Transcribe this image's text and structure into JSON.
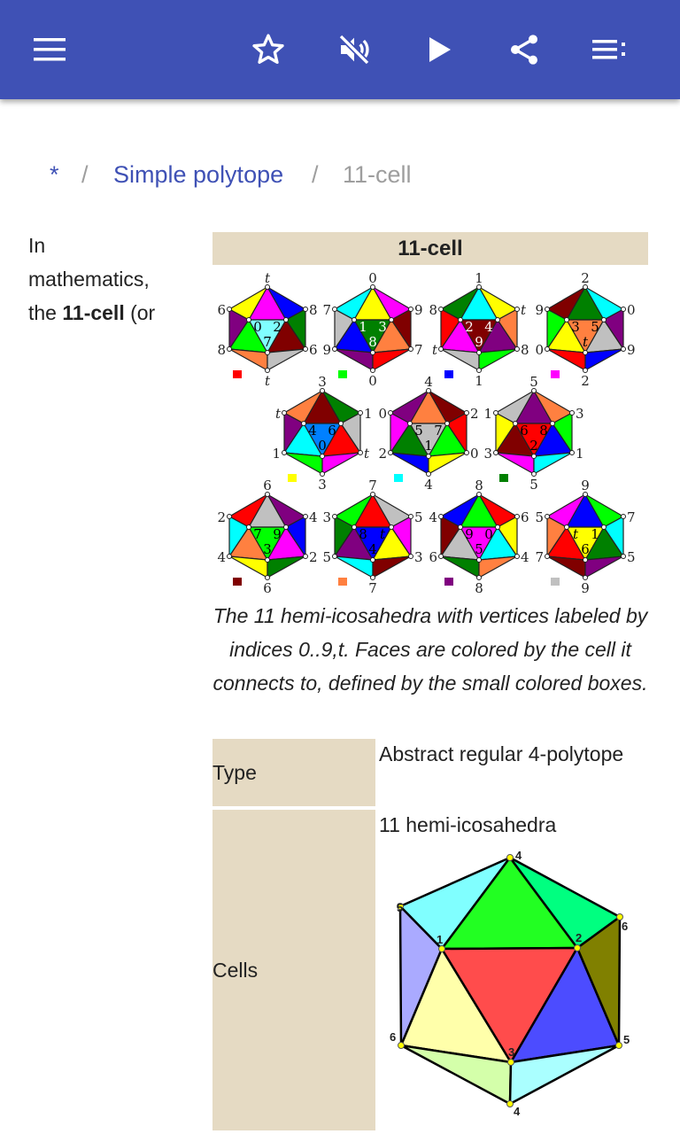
{
  "appbar": {
    "icons": [
      "menu-icon",
      "star-icon",
      "volume-off-icon",
      "play-icon",
      "share-icon",
      "playlist-icon"
    ],
    "color": "#3f51b5"
  },
  "breadcrumb": {
    "home": "*",
    "sep": "/",
    "parent": "Simple polytope",
    "current": "11-cell"
  },
  "intro": {
    "l1": "In",
    "l2": "mathematics,",
    "l3a": "the ",
    "l3b": "11-cell",
    "l3c": " (or"
  },
  "infobox": {
    "title": "11-cell",
    "caption": "The 11 hemi-icosahedra with vertices labeled by indices 0..9,t. Faces are colored by the cell it connects to, defined by the small colored boxes.",
    "hexagons": [
      {
        "labels": [
          "t",
          "6",
          "8",
          "8",
          "6",
          "t"
        ],
        "inner": [
          "0",
          "2",
          "7"
        ],
        "innerColor": "#000",
        "box": "red",
        "faces": [
          "yellow",
          "magenta",
          "blue",
          "purple",
          "lime",
          "#80ffff",
          "maroon",
          "green",
          "coral",
          "silver"
        ]
      },
      {
        "labels": [
          "0",
          "7",
          "9",
          "9",
          "7",
          "0"
        ],
        "inner": [
          "1",
          "3",
          "8"
        ],
        "innerColor": "#fff",
        "box": "lime",
        "faces": [
          "cyan",
          "yellow",
          "magenta",
          "silver",
          "blue",
          "green",
          "coral",
          "maroon",
          "purple",
          "red"
        ]
      },
      {
        "labels": [
          "1",
          "8",
          "t",
          "t",
          "8",
          "1"
        ],
        "inner": [
          "2",
          "4",
          "9"
        ],
        "innerColor": "#fff",
        "box": "blue",
        "faces": [
          "green",
          "cyan",
          "yellow",
          "red",
          "magenta",
          "maroon",
          "purple",
          "coral",
          "silver",
          "lime"
        ]
      },
      {
        "labels": [
          "2",
          "9",
          "0",
          "0",
          "9",
          "2"
        ],
        "inner": [
          "3",
          "5",
          "t"
        ],
        "innerColor": "#000",
        "box": "magenta",
        "faces": [
          "maroon",
          "green",
          "cyan",
          "lime",
          "yellow",
          "coral",
          "silver",
          "purple",
          "red",
          "blue"
        ]
      },
      {
        "labels": [
          "3",
          "t",
          "1",
          "1",
          "t",
          "3"
        ],
        "inner": [
          "4",
          "6",
          "0"
        ],
        "innerColor": "#000",
        "box": "yellow",
        "faces": [
          "coral",
          "maroon",
          "green",
          "purple",
          "cyan",
          "#0080ff",
          "red",
          "silver",
          "lime",
          "magenta"
        ]
      },
      {
        "labels": [
          "4",
          "0",
          "2",
          "2",
          "0",
          "4"
        ],
        "inner": [
          "5",
          "7",
          "1"
        ],
        "innerColor": "#000",
        "box": "cyan",
        "faces": [
          "purple",
          "coral",
          "maroon",
          "magenta",
          "green",
          "silver",
          "lime",
          "red",
          "blue",
          "yellow"
        ]
      },
      {
        "labels": [
          "5",
          "1",
          "3",
          "3",
          "1",
          "5"
        ],
        "inner": [
          "6",
          "8",
          "2"
        ],
        "innerColor": "#000",
        "box": "green",
        "faces": [
          "silver",
          "purple",
          "coral",
          "yellow",
          "maroon",
          "red",
          "blue",
          "lime",
          "magenta",
          "cyan"
        ]
      },
      {
        "labels": [
          "6",
          "2",
          "4",
          "4",
          "2",
          "6"
        ],
        "inner": [
          "7",
          "9",
          "3"
        ],
        "innerColor": "#000",
        "box": "maroon",
        "faces": [
          "red",
          "silver",
          "purple",
          "cyan",
          "coral",
          "lime",
          "magenta",
          "blue",
          "yellow",
          "green"
        ]
      },
      {
        "labels": [
          "7",
          "3",
          "5",
          "5",
          "3",
          "7"
        ],
        "inner": [
          "8",
          "t",
          "4"
        ],
        "innerColor": "#000",
        "box": "coral",
        "faces": [
          "lime",
          "red",
          "silver",
          "green",
          "purple",
          "blue",
          "yellow",
          "magenta",
          "cyan",
          "maroon"
        ]
      },
      {
        "labels": [
          "8",
          "4",
          "6",
          "6",
          "4",
          "8"
        ],
        "inner": [
          "9",
          "0",
          "5"
        ],
        "innerColor": "#000",
        "box": "purple",
        "faces": [
          "blue",
          "lime",
          "red",
          "maroon",
          "silver",
          "magenta",
          "cyan",
          "yellow",
          "green",
          "coral"
        ]
      },
      {
        "labels": [
          "9",
          "5",
          "7",
          "7",
          "5",
          "9"
        ],
        "inner": [
          "t",
          "1",
          "6"
        ],
        "innerColor": "#000",
        "box": "silver",
        "faces": [
          "magenta",
          "blue",
          "lime",
          "coral",
          "red",
          "yellow",
          "green",
          "cyan",
          "maroon",
          "purple"
        ]
      }
    ],
    "rows": [
      {
        "label": "Type",
        "value": "Abstract regular 4-polytope"
      },
      {
        "label": "Cells",
        "value": "11 hemi-icosahedra"
      }
    ],
    "cells_figure": {
      "vertex_labels": [
        "4",
        "5",
        "6",
        "1",
        "2",
        "6",
        "5",
        "3",
        "4"
      ]
    }
  }
}
